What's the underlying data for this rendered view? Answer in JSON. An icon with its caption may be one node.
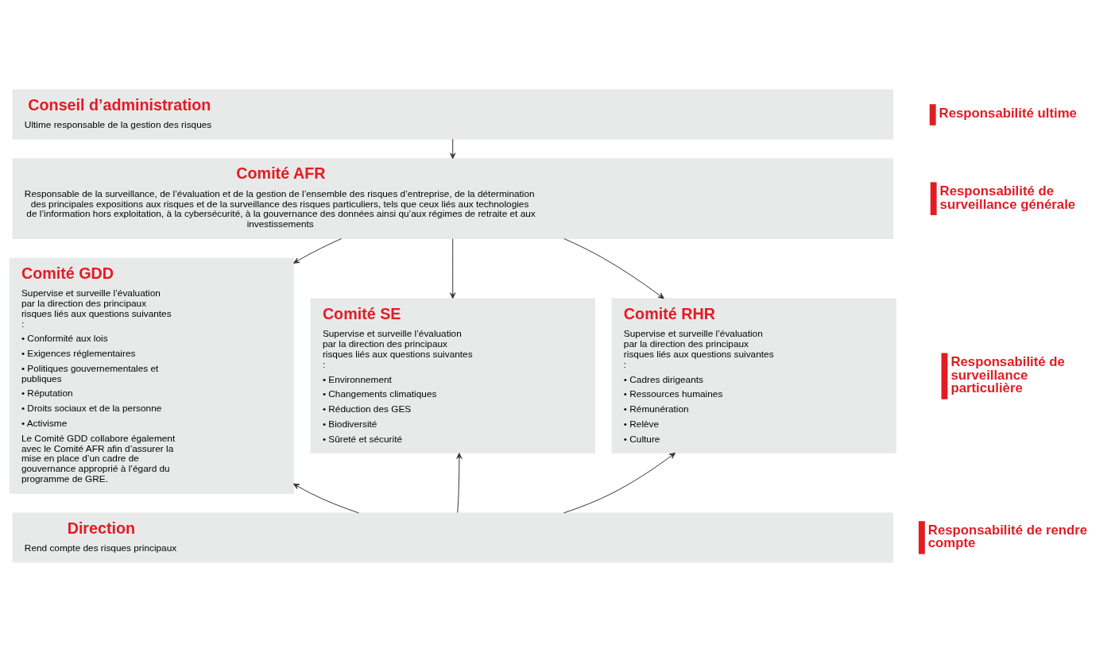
{
  "diagram": {
    "nodes": [
      {
        "text": [
          "Conseil d’administration",
          "Ultime responsable de la gestion des risques"
        ]
      },
      {
        "text": [
          "Comité AFR",
          "Responsable de la surveillance, de l’évaluation et de la gestion de l’ensemble des risques d’entreprise, de la détermination des principales expositions aux risques et de la surveillance des risques particuliers, tels que ceux liés aux technologies de l’information hors exploitation, à la cybersécurité, à la gouvernance des données ainsi qu’aux régimes de retraite et aux investissements"
        ]
      },
      {
        "text": [
          "Comité GDD",
          "Supervise et surveille l’évaluation par la direction des principaux risques liés aux questions suivantes :",
          "• Conformité aux lois",
          "• Exigences réglementaires",
          "• Politiques gouvernementales et publiques",
          "• Réputation",
          "• Droits sociaux et de la personne",
          "• Activisme",
          "Le Comité GDD collabore également avec le Comité AFR afin d’assurer la mise en place d’un cadre de gouvernance approprié à l’égard du programme de GRE."
        ]
      },
      {
        "text": [
          "Comité SE",
          "Supervise et surveille l’évaluation par la direction des principaux risques liés aux questions suivantes :",
          "• Environnement",
          "• Changements climatiques",
          "• Réduction des GES",
          "• Biodiversité",
          "• Sûreté et sécurité"
        ]
      },
      {
        "text": [
          "Comité RHR",
          "Supervise et surveille l’évaluation par la direction des principaux risques liés aux questions suivantes :",
          "• Cadres dirigeants",
          "• Ressources humaines",
          "• Rémunération",
          "• Relève",
          "• Culture"
        ]
      },
      {
        "text": [
          "Direction",
          "Rend compte des risques principaux"
        ]
      }
    ],
    "edges": [
      {
        "from": 0,
        "to": 1,
        "arrow": "to"
      },
      {
        "from": 1,
        "to": 2,
        "arrow": "to"
      },
      {
        "from": 1,
        "to": 3,
        "arrow": "to"
      },
      {
        "from": 1,
        "to": 4,
        "arrow": "to"
      },
      {
        "from": 5,
        "to": 2,
        "arrow": "to"
      },
      {
        "from": 5,
        "to": 3,
        "arrow": "to"
      },
      {
        "from": 5,
        "to": 4,
        "arrow": "to"
      }
    ],
    "labels": [
      "Responsabilité ultime",
      "Responsabilité de surveillance générale",
      "Responsabilité de surveillance particulière",
      "Responsabilité de rendre compte"
    ]
  }
}
